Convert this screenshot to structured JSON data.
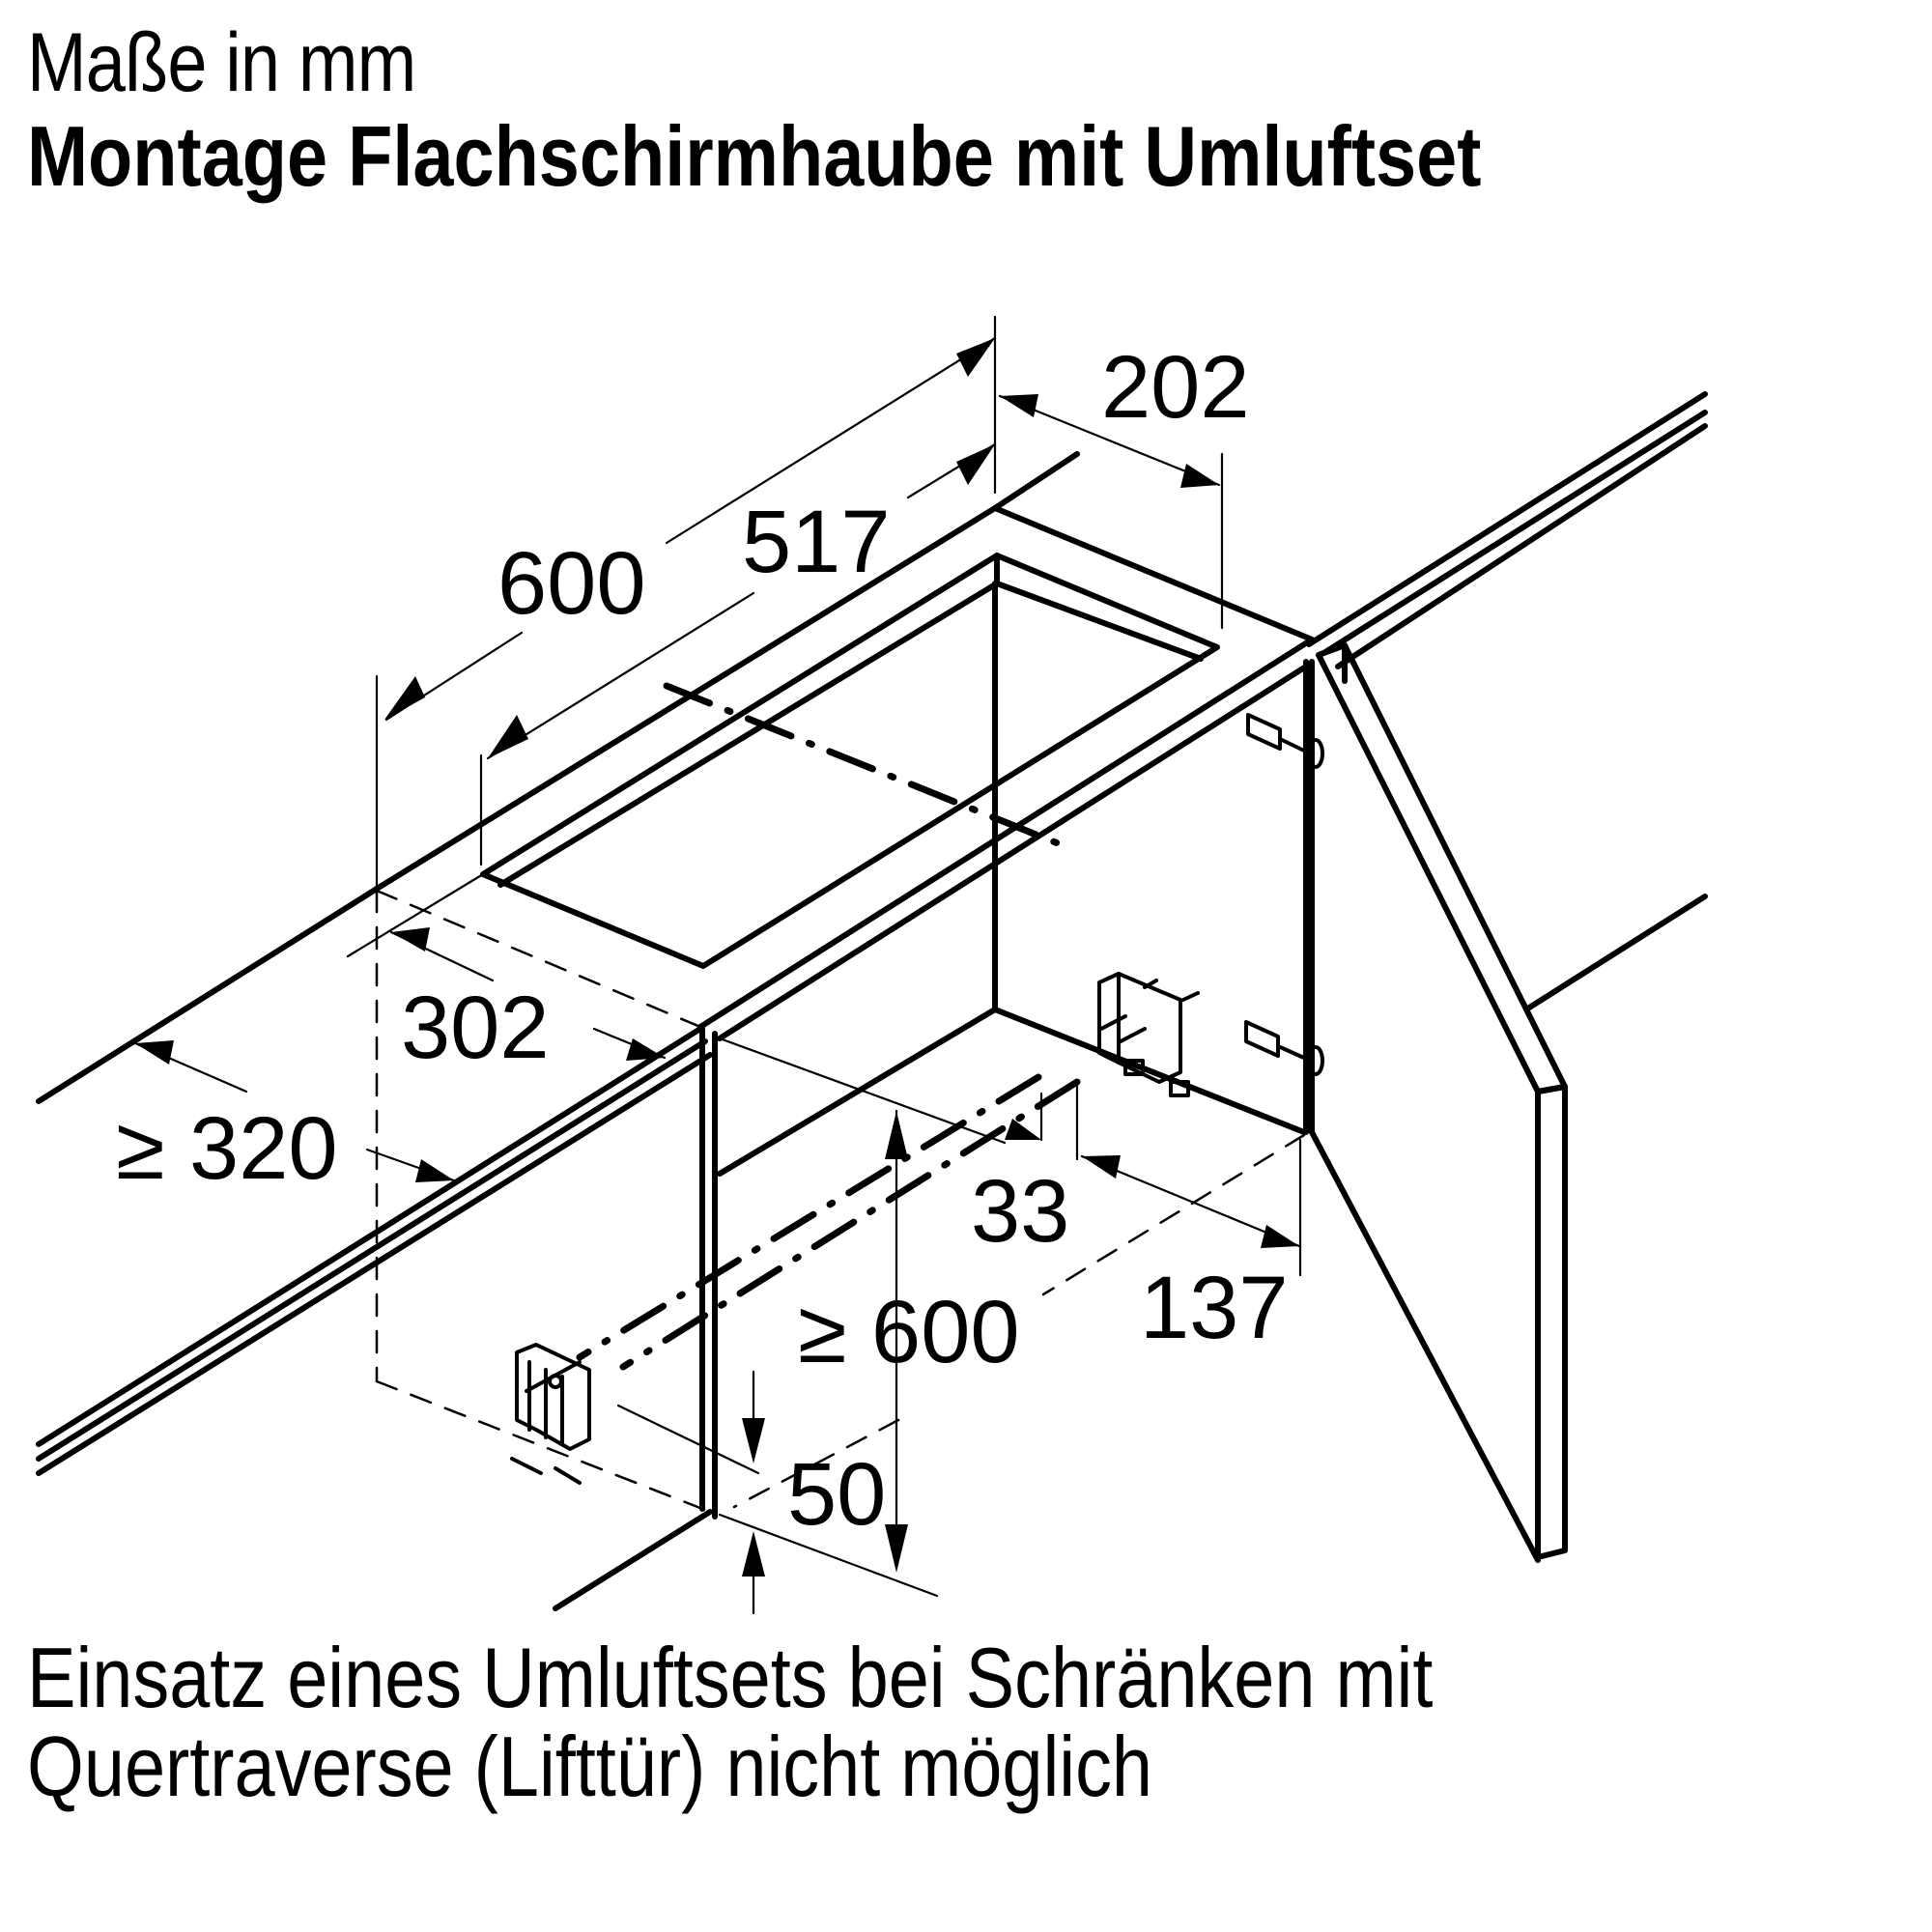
{
  "header": {
    "units": "Maße in mm",
    "title": "Montage Flachschirmhaube mit Umluftset"
  },
  "drawing": {
    "dimensions": {
      "d600_top": "600",
      "d517": "517",
      "d202": "202",
      "d302": "302",
      "d320": "≥ 320",
      "d33": "33",
      "d137": "137",
      "d600_height": "≥ 600",
      "d50": "50"
    },
    "components": [
      "upper-cabinet",
      "cabinet-door",
      "cutout-opening",
      "recirculation-set",
      "door-hinges",
      "wall-rail"
    ]
  },
  "footer": {
    "note_line1": "Einsatz eines Umluftsets bei Schränken mit",
    "note_line2": "Quertraverse (Lifttür) nicht möglich"
  }
}
